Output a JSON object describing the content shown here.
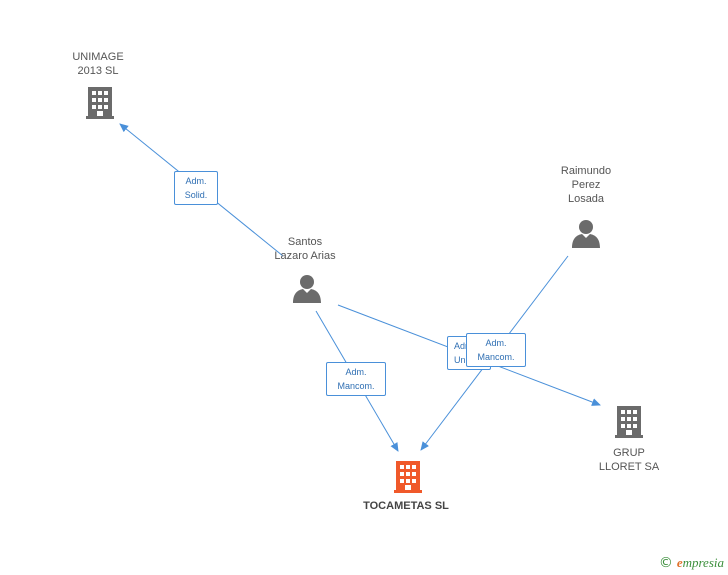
{
  "nodes": {
    "unimage": {
      "label": "UNIMAGE\n2013 SL",
      "icon": "building-icon",
      "color": "#6b6b6b"
    },
    "santos": {
      "label": "Santos\nLazaro Arias",
      "icon": "person-icon",
      "color": "#6b6b6b"
    },
    "raimundo": {
      "label": "Raimundo\nPerez\nLosada",
      "icon": "person-icon",
      "color": "#6b6b6b"
    },
    "tocametas": {
      "label": "TOCAMETAS SL",
      "icon": "building-icon",
      "color": "#f0592a"
    },
    "grup": {
      "label": "GRUP\nLLORET SA",
      "icon": "building-icon",
      "color": "#6b6b6b"
    }
  },
  "edges": {
    "santos_unimage": {
      "label": "Adm.\nSolid."
    },
    "santos_tocametas": {
      "label": "Adm.\nMancom."
    },
    "santos_grup": {
      "label": "Adm.\nUnico"
    },
    "raimundo_tocametas": {
      "label": "Adm.\nMancom."
    }
  },
  "colors": {
    "edge": "#4a90d9",
    "edge_text": "#2f6fb3"
  },
  "brand": {
    "copyright": "©",
    "name_initial": "e",
    "name_rest": "mpresia"
  }
}
